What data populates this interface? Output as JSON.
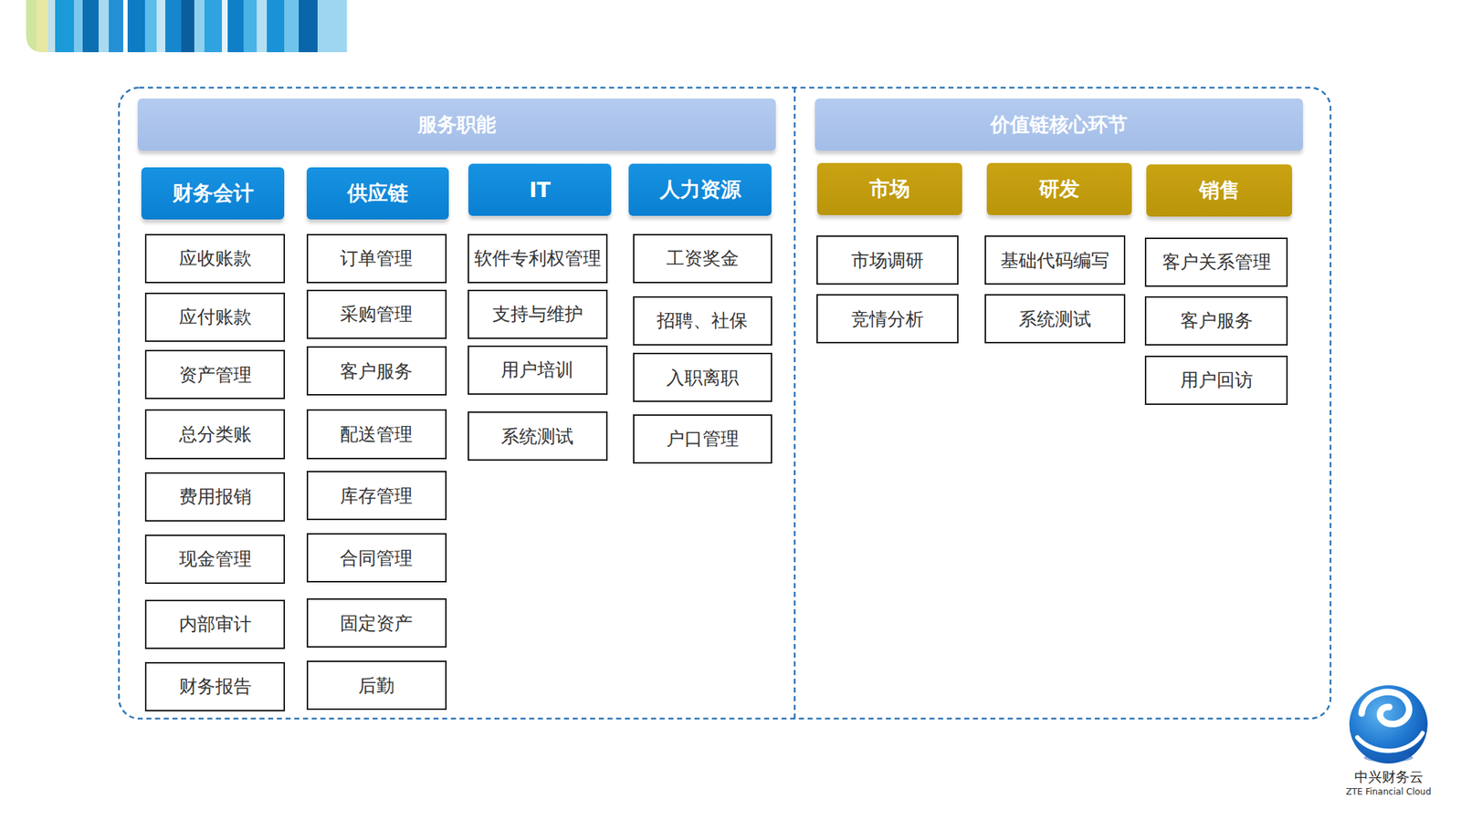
{
  "diagram": {
    "nodes": [
      {
        "text": [
          "服务职能"
        ]
      },
      {
        "text": [
          "价值链核心环节"
        ]
      },
      {
        "text": [
          "财务会计"
        ]
      },
      {
        "text": [
          "供应链"
        ]
      },
      {
        "text": [
          "IT"
        ]
      },
      {
        "text": [
          "人力资源"
        ]
      },
      {
        "text": [
          "市场"
        ]
      },
      {
        "text": [
          "研发"
        ]
      },
      {
        "text": [
          "销售"
        ]
      },
      {
        "text": [
          "应收账款"
        ]
      },
      {
        "text": [
          "应付账款"
        ]
      },
      {
        "text": [
          "资产管理"
        ]
      },
      {
        "text": [
          "总分类账"
        ]
      },
      {
        "text": [
          "费用报销"
        ]
      },
      {
        "text": [
          "现金管理"
        ]
      },
      {
        "text": [
          "内部审计"
        ]
      },
      {
        "text": [
          "财务报告"
        ]
      },
      {
        "text": [
          "订单管理"
        ]
      },
      {
        "text": [
          "采购管理"
        ]
      },
      {
        "text": [
          "客户服务"
        ]
      },
      {
        "text": [
          "配送管理"
        ]
      },
      {
        "text": [
          "库存管理"
        ]
      },
      {
        "text": [
          "合同管理"
        ]
      },
      {
        "text": [
          "固定资产"
        ]
      },
      {
        "text": [
          "后勤"
        ]
      },
      {
        "text": [
          "软件专利权管理"
        ]
      },
      {
        "text": [
          "支持与维护"
        ]
      },
      {
        "text": [
          "用户培训"
        ]
      },
      {
        "text": [
          "系统测试"
        ]
      },
      {
        "text": [
          "工资奖金"
        ]
      },
      {
        "text": [
          "招聘、社保"
        ]
      },
      {
        "text": [
          "入职离职"
        ]
      },
      {
        "text": [
          "户口管理"
        ]
      },
      {
        "text": [
          "市场调研"
        ]
      },
      {
        "text": [
          "竞情分析"
        ]
      },
      {
        "text": [
          "基础代码编写"
        ]
      },
      {
        "text": [
          "系统测试"
        ]
      },
      {
        "text": [
          "客户关系管理"
        ]
      },
      {
        "text": [
          "客户服务"
        ]
      },
      {
        "text": [
          "用户回访"
        ]
      }
    ],
    "labels": [
      "中兴财务云",
      "ZTE Financial Cloud"
    ]
  }
}
